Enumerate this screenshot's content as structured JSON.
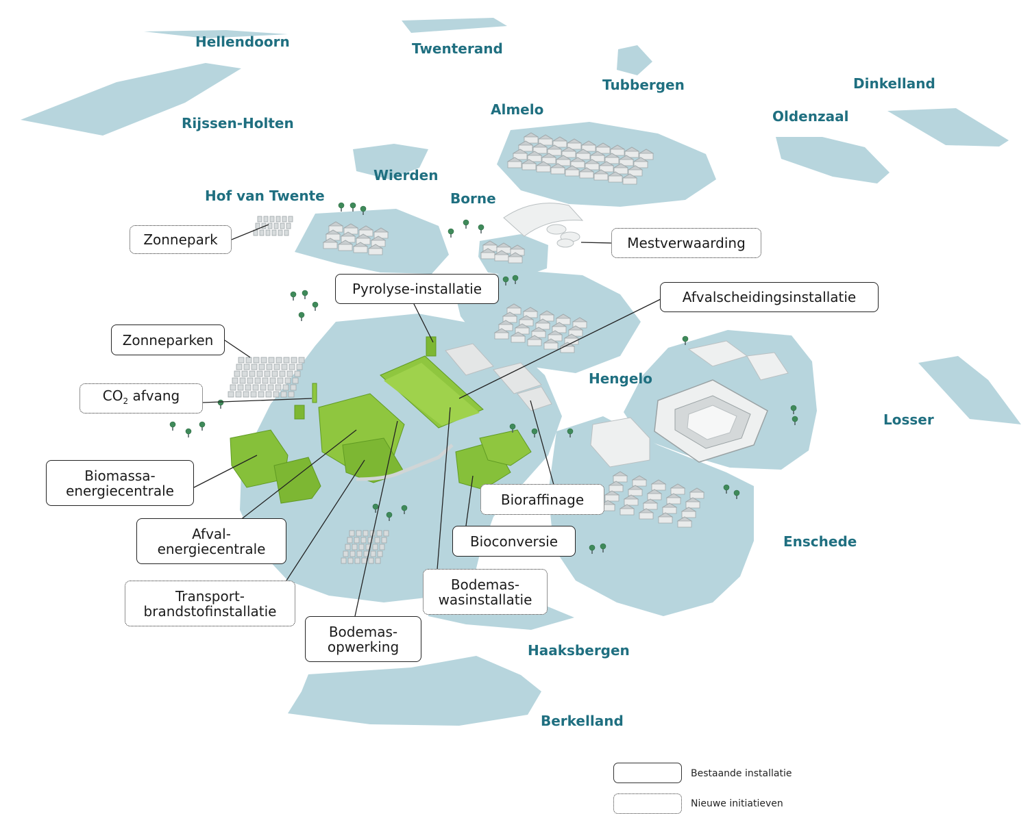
{
  "colors": {
    "land": "#b7d5dd",
    "green": "#8fc63f",
    "green_dark": "#6aa42b",
    "building": "#e4e6e6",
    "town_text": "#1f6f80"
  },
  "towns": {
    "hellendoorn": "Hellendoorn",
    "twenterand": "Twenterand",
    "tubbergen": "Tubbergen",
    "dinkelland": "Dinkelland",
    "almelo": "Almelo",
    "oldenzaal": "Oldenzaal",
    "rijssen_holten": "Rijssen-Holten",
    "wierden": "Wierden",
    "hof_van_twente": "Hof van Twente",
    "borne": "Borne",
    "hengelo": "Hengelo",
    "losser": "Losser",
    "enschede": "Enschede",
    "haaksbergen": "Haaksbergen",
    "berkelland": "Berkelland"
  },
  "labels": {
    "zonnepark": "Zonnepark",
    "mestverwaarding": "Mestverwaarding",
    "pyrolyse": "Pyrolyse-installatie",
    "afvalscheiding": "Afvalscheidingsinstallatie",
    "zonneparken": "Zonneparken",
    "co2_prefix": "CO",
    "co2_sub": "2",
    "co2_suffix": " afvang",
    "biomassa": "Biomassa-\nenergiecentrale",
    "afval": "Afval-\nenergiecentrale",
    "transport": "Transport-\nbrandstofinstallatie",
    "bodemas_opwerking": "Bodemas-\nopwerking",
    "bioconversie": "Bioconversie",
    "bodemas_was": "Bodemas-\nwasinstallatie",
    "bioraffinage": "Bioraffinage"
  },
  "legend": {
    "existing": "Bestaande installatie",
    "new": "Nieuwe initiatieven"
  }
}
